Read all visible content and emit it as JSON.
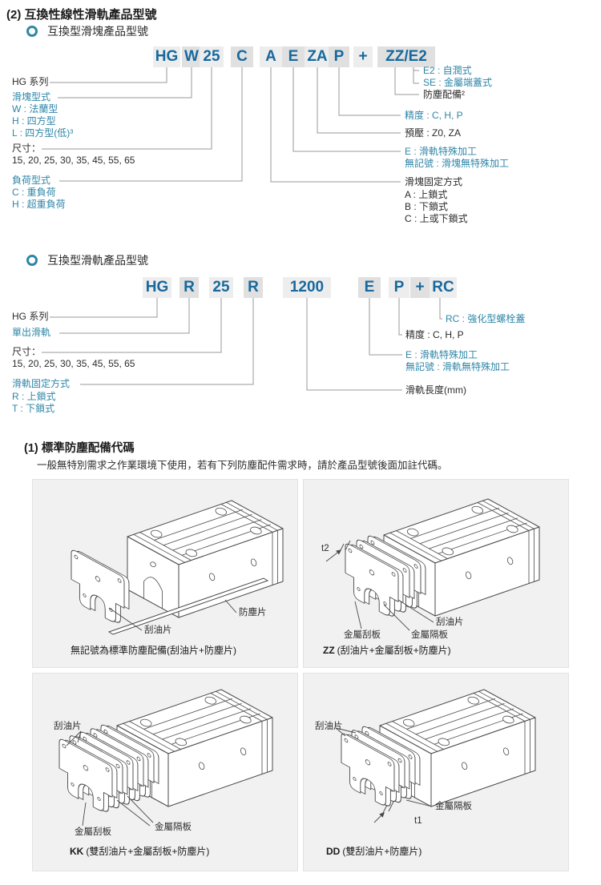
{
  "page_title": "(2) 互換性線性滑軌產品型號",
  "colors": {
    "code_text": "#17699e",
    "teal_label": "#2f86a7",
    "line_gray": "#999999",
    "box_bg_light": "#ededed",
    "box_bg_dark": "#e0e0e0",
    "panel_bg": "#f1f1f1"
  },
  "block_section": {
    "heading": "互換型滑塊產品型號",
    "code_segments": [
      "HG",
      "W",
      "25",
      "C",
      "A",
      "E",
      "ZA",
      "P",
      "+",
      "ZZ/E2"
    ],
    "labels": {
      "hg_series": "HG 系列",
      "block_type": "滑塊型式",
      "block_type_w": "W : 法蘭型",
      "block_type_h": "H : 四方型",
      "block_type_l": "L : 四方型(低)³",
      "size_title": "尺寸：",
      "size_values": "15, 20, 25, 30, 35, 45, 55, 65",
      "load_type": "負荷型式",
      "load_c": "C : 重負荷",
      "load_h": "H : 超重負荷",
      "e2": "E2 : 自潤式",
      "se": "SE : 金屬端蓋式",
      "dust": "防塵配備²",
      "precision": "精度 : C, H, P",
      "preload": "預壓 : Z0, ZA",
      "special_e": "E : 滑軌特殊加工",
      "special_none": "無記號 : 滑塊無特殊加工",
      "fix_title": "滑塊固定方式",
      "fix_a": "A : 上鎖式",
      "fix_b": "B : 下鎖式",
      "fix_c": "C : 上或下鎖式"
    }
  },
  "rail_section": {
    "heading": "互換型滑軌產品型號",
    "code_segments": [
      "HG",
      "R",
      "25",
      "R",
      "1200",
      "E",
      "P",
      "+",
      "RC"
    ],
    "labels": {
      "hg_series": "HG 系列",
      "single_rail": "單出滑軌",
      "size_title": "尺寸：",
      "size_values": "15, 20, 25, 30, 35, 45, 55, 65",
      "fix_title": "滑軌固定方式",
      "fix_r": "R : 上鎖式",
      "fix_t": "T : 下鎖式",
      "rc": "RC : 強化型螺栓蓋",
      "precision": "精度 : C, H, P",
      "special_e": "E : 滑軌特殊加工",
      "special_none": "無記號 : 滑軌無特殊加工",
      "rail_length": "滑軌長度(mm)"
    }
  },
  "dust_section": {
    "heading": "(1) 標準防塵配備代碼",
    "description": "一般無特別需求之作業環境下使用，若有下列防塵配件需求時，請於產品型號後面加註代碼。",
    "quadrants": [
      {
        "code": "",
        "caption": "無記號為標準防塵配備(刮油片+防塵片)",
        "labels": {
          "scraper": "刮油片",
          "dust_strip": "防塵片"
        }
      },
      {
        "code": "ZZ",
        "caption": "(刮油片+金屬刮板+防塵片)",
        "labels": {
          "scraper": "刮油片",
          "metal_scraper": "金屬刮板",
          "metal_spacer": "金屬隔板",
          "t2": "t2"
        }
      },
      {
        "code": "KK",
        "caption": "(雙刮油片+金屬刮板+防塵片)",
        "labels": {
          "scraper": "刮油片",
          "metal_scraper": "金屬刮板",
          "metal_spacer": "金屬隔板"
        }
      },
      {
        "code": "DD",
        "caption": "(雙刮油片+防塵片)",
        "labels": {
          "scraper": "刮油片",
          "metal_spacer": "金屬隔板",
          "t1": "t1"
        }
      }
    ]
  }
}
